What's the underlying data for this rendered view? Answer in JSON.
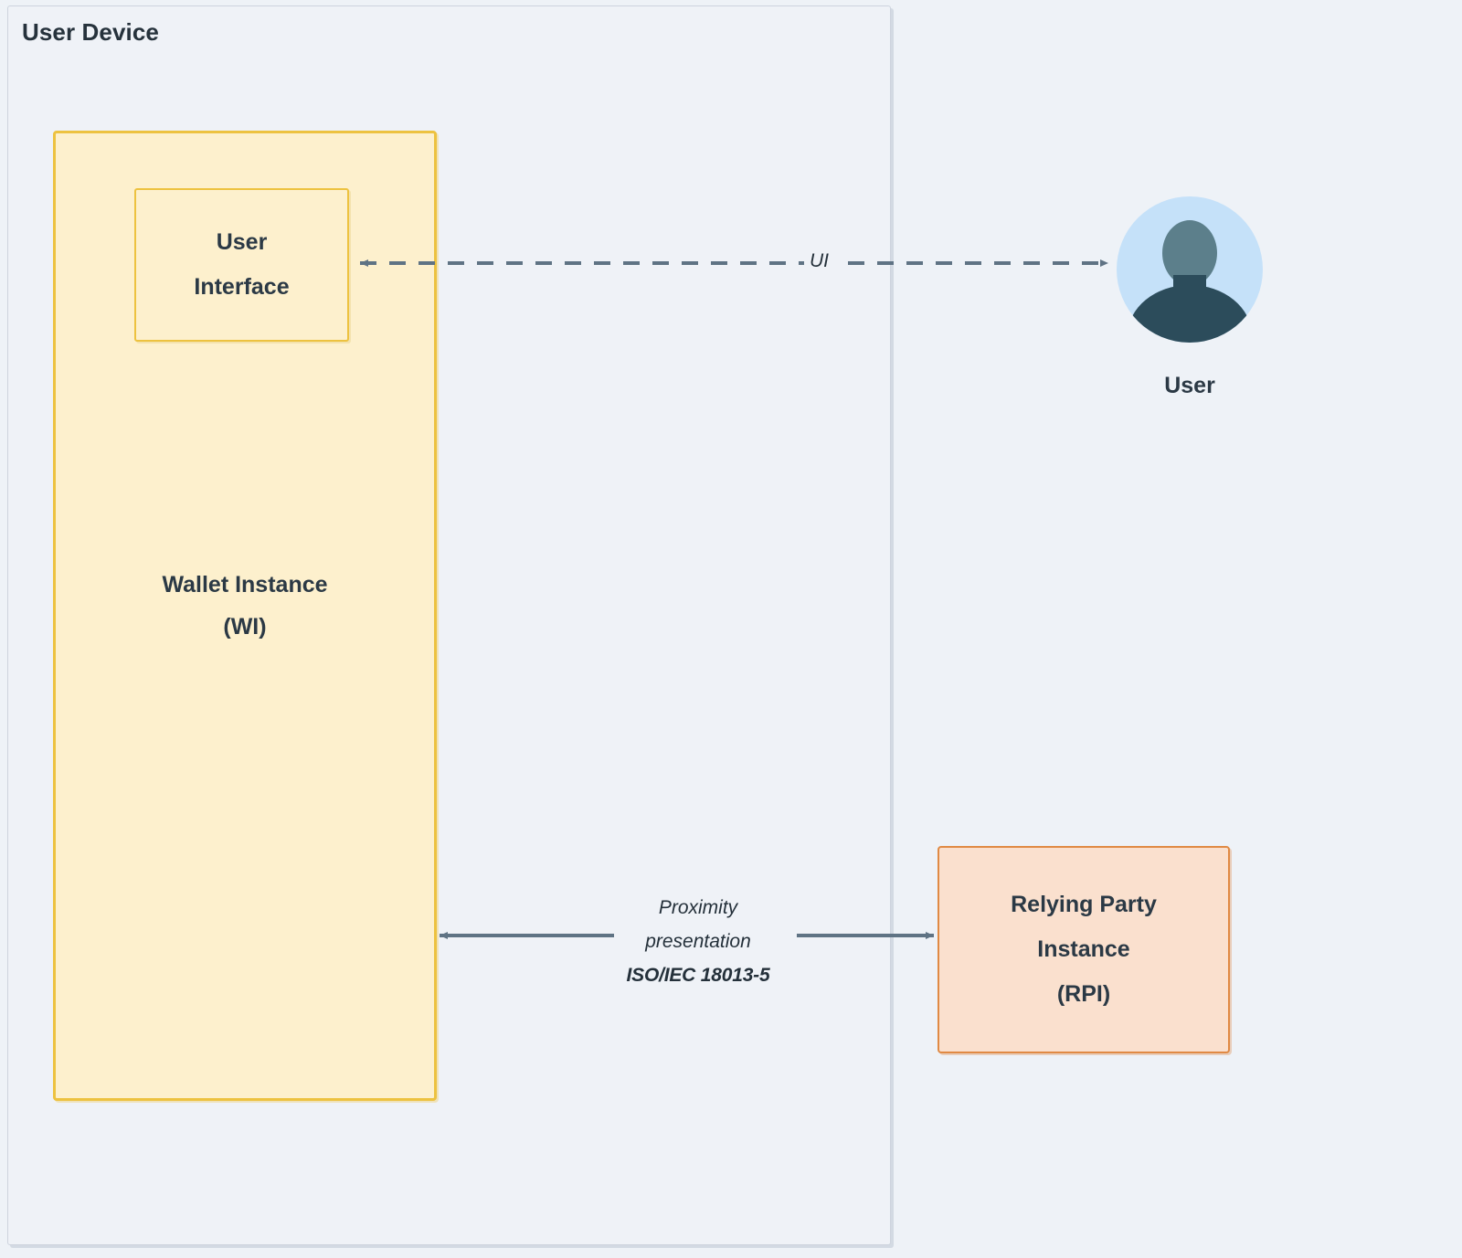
{
  "diagram": {
    "type": "architecture-block-diagram",
    "background_color": "#eef2f7"
  },
  "boundary": {
    "title": "User Device",
    "border_color": "#cdd3dd",
    "fill_color": "#eff2f7"
  },
  "wallet": {
    "label_line1": "Wallet Instance",
    "label_line2": "(WI)",
    "border_color": "#edc240",
    "fill_color": "#fdf0cd"
  },
  "user_interface": {
    "label_line1": "User",
    "label_line2": "Interface",
    "border_color": "#edc240",
    "fill_color": "#fdf0cd"
  },
  "relying_party": {
    "label_line1": "Relying Party",
    "label_line2": "Instance",
    "label_line3": "(RPI)",
    "border_color": "#e08a44",
    "fill_color": "#fae0ce"
  },
  "actor": {
    "label": "User",
    "circle_color": "#c5e1f9",
    "head_color": "#5c7f8b",
    "body_color": "#2c4c5b"
  },
  "edges": [
    {
      "id": "ui-edge",
      "label": "UI",
      "style": "dashed",
      "arrows": "both",
      "from": "user-interface",
      "to": "user-actor",
      "color": "#5f7384"
    },
    {
      "id": "proximity-edge",
      "label_line1": "Proximity",
      "label_line2": "presentation",
      "label_standard": "ISO/IEC 18013-5",
      "style": "solid",
      "arrows": "both",
      "from": "wallet-instance",
      "to": "relying-party-instance",
      "color": "#5f7384"
    }
  ]
}
